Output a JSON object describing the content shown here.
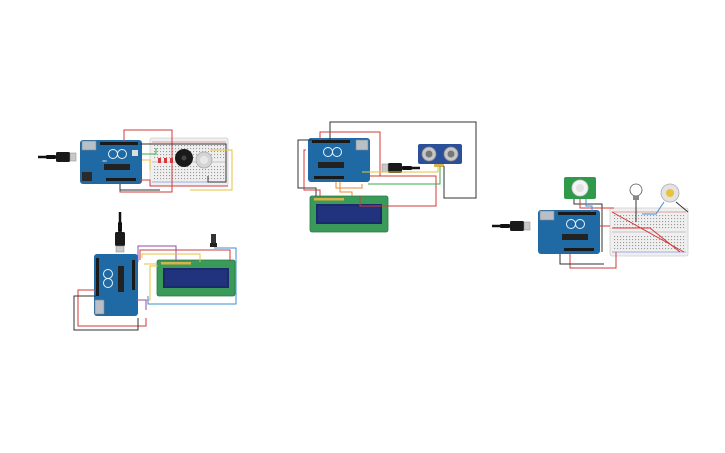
{
  "workspace": {
    "background": "#ffffff",
    "colors": {
      "board": "#1f6aa5",
      "board_dark": "#144d7a",
      "breadboard": "#eeeeee",
      "lcd_green": "#3a9a5a",
      "lcd_screen": "#1b2a6b",
      "wire_red": "#d33a3a",
      "wire_black": "#333333",
      "wire_yellow": "#e9c13a",
      "wire_green": "#3faa4a",
      "wire_blue": "#3a8fd0",
      "wire_purple": "#8a4fb0",
      "sensor_blue": "#2c4f9a",
      "pir_green": "#2e9a4a"
    }
  },
  "circuits": [
    {
      "id": "circuit-buzzer-pot",
      "components": [
        "arduino-uno",
        "usb-cable",
        "breadboard",
        "leds",
        "piezo-buzzer",
        "potentiometer"
      ]
    },
    {
      "id": "circuit-lcd-pot",
      "components": [
        "arduino-uno",
        "usb-cable",
        "lcd-16x2",
        "potentiometer"
      ]
    },
    {
      "id": "circuit-ultrasonic-lcd",
      "components": [
        "arduino-uno",
        "usb-cable",
        "lcd-16x2",
        "ultrasonic-sensor"
      ]
    },
    {
      "id": "circuit-pir-motor",
      "components": [
        "arduino-uno",
        "usb-cable",
        "breadboard",
        "pir-sensor",
        "light-bulb",
        "dc-motor"
      ]
    }
  ],
  "icons": [
    "usb-plug-icon",
    "arduino-logo-icon"
  ]
}
